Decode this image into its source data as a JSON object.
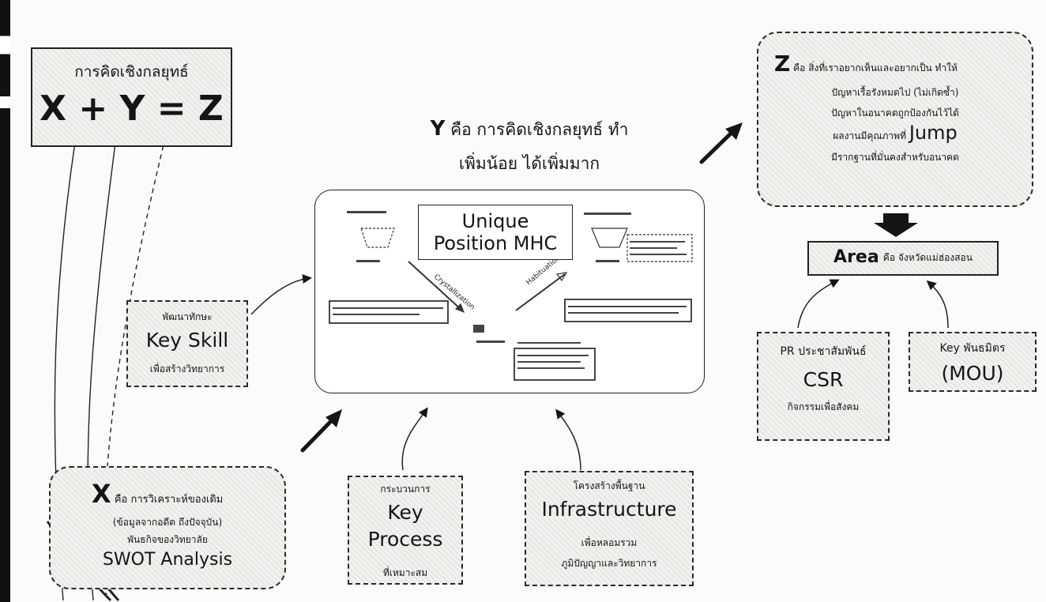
{
  "title_box": {
    "line1": "การคิดเชิงกลยุทธ์",
    "formula": "X + Y = Z"
  },
  "y_heading": {
    "letter": "Y",
    "line1": "คือ การคิดเชิงกลยุทธ์ ทำ",
    "line2": "เพิ่มน้อย ได้เพิ่มมาก"
  },
  "center_panel": {
    "unique_line1": "Unique",
    "unique_line2": "Position MHC",
    "arrow_label_left": "Crystallization",
    "arrow_label_right": "Habituation"
  },
  "z_box": {
    "letter": "Z",
    "line1": "คือ สิ่งที่เราอยากเห็นและอยากเป็น ทำให้",
    "line2": "ปัญหาเรื้อรังหมดไป (ไม่เกิดซ้ำ)",
    "line3": "ปัญหาในอนาคตถูกป้องกันไว้ได้",
    "line4_prefix": "ผลงานมีคุณภาพที่",
    "line4_jump": "Jump",
    "line5": "มีรากฐานที่มั่นคงสำหรับอนาคต"
  },
  "area_box": {
    "word": "Area",
    "rest": "คือ จังหวัดแม่ฮ่องสอน"
  },
  "pr_box": {
    "line1": "PR ประชาสัมพันธ์",
    "line2": "CSR",
    "line3": "กิจกรรมเพื่อสังคม"
  },
  "key_mou_box": {
    "line1": "Key พันธมิตร",
    "line2": "(MOU)"
  },
  "key_skill_box": {
    "line1": "พัฒนาทักษะ",
    "line2": "Key Skill",
    "line3": "เพื่อสร้างวิทยาการ"
  },
  "x_box": {
    "letter": "X",
    "line1": "คือ การวิเคราะห์ของเดิม",
    "line2": "(ข้อมูลจากอดีต ถึงปัจจุบัน)",
    "line3": "พันธกิจของวิทยาลัย",
    "line4": "SWOT Analysis"
  },
  "process_box": {
    "line1": "กระบวนการ",
    "line2": "Key",
    "line3": "Process",
    "line4": "ที่เหมาะสม"
  },
  "infra_box": {
    "line1": "โครงสร้างพื้นฐาน",
    "line2": "Infrastructure",
    "line3": "เพื่อหลอมรวม",
    "line4": "ภูมิปัญญาและวิทยาการ"
  },
  "colors": {
    "ink": "#151515",
    "box_fill": "#ececea",
    "page": "#fbfbf9"
  }
}
